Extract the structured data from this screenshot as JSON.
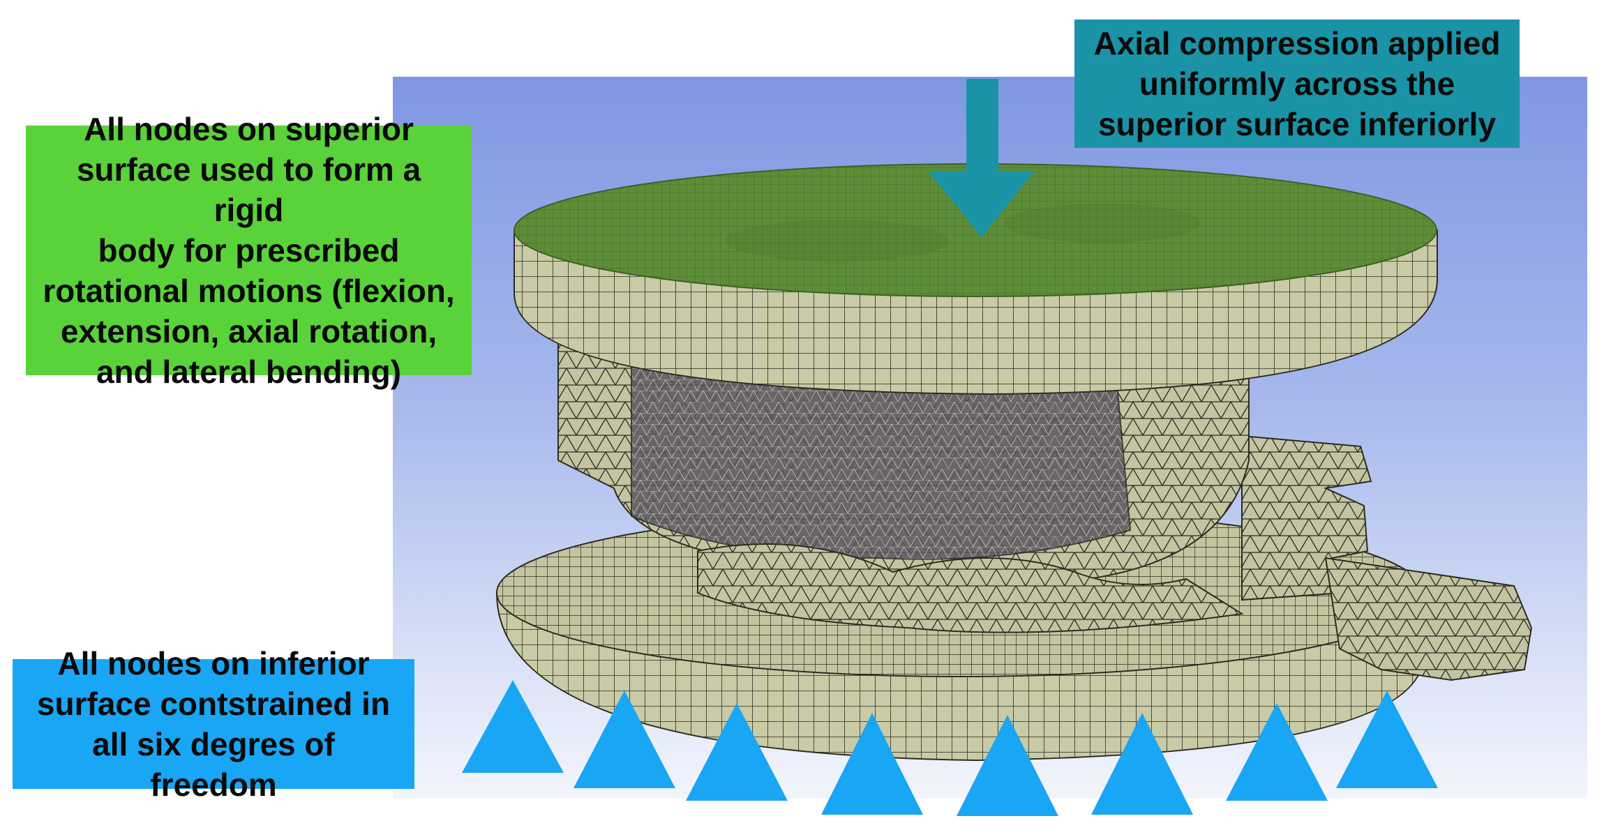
{
  "callouts": {
    "axial": {
      "lines": [
        "Axial compression applied",
        "uniformly across the",
        "superior surface inferiorly"
      ],
      "color": "#1a93a6"
    },
    "superior": {
      "lines": [
        "All nodes on superior",
        "surface used to form a rigid",
        "body for prescribed",
        "rotational motions (flexion,",
        "extension, axial rotation,",
        "and lateral bending)"
      ],
      "color": "#5ad23a"
    },
    "inferior": {
      "lines": [
        "All nodes on inferior",
        "surface contstrained in",
        "all six degres of freedom"
      ],
      "color": "#19a6f4"
    }
  },
  "model": {
    "mesh_color": "#c7c8a4",
    "superior_surface_color": "#5f8f3a",
    "load_arrow_color": "#1a93a6",
    "constraint_color": "#19a6f4",
    "constraint_count": 8
  }
}
